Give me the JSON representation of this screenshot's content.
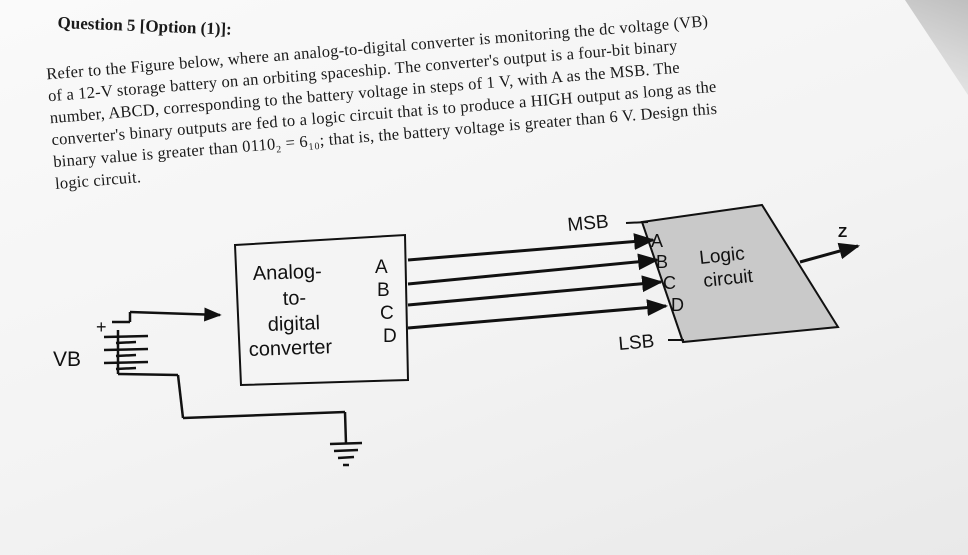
{
  "question": {
    "title": "Question 5 [Option (1)]:",
    "lines": [
      "Refer to the Figure below, where an analog-to-digital converter is monitoring the dc voltage (VB)",
      "of a 12-V storage battery on an orbiting spaceship. The converter's output is a four-bit binary",
      "number, ABCD, corresponding to the battery voltage in steps of 1 V, with A as the MSB. The",
      "converter's binary outputs are fed to a logic circuit that is to produce a HIGH output as long as the",
      "binary value is greater than 0110₂ = 6₁₀; that is, the battery voltage is greater than 6 V. Design this",
      "logic circuit."
    ]
  },
  "figure": {
    "adc_lines": [
      "Analog-",
      "to-",
      "digital",
      "converter"
    ],
    "adc_outputs": [
      "A",
      "B",
      "C",
      "D"
    ],
    "logic_inputs": [
      "A",
      "B",
      "C",
      "D"
    ],
    "logic_label_lines": [
      "Logic",
      "circuit"
    ],
    "msb_label": "MSB",
    "lsb_label": "LSB",
    "output_label": "Z",
    "battery_label": "VB",
    "battery_plus": "+"
  }
}
